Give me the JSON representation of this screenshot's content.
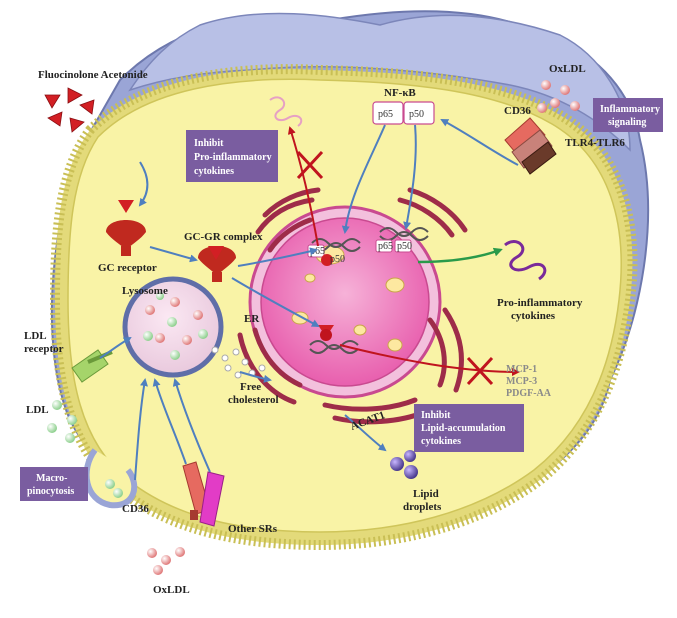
{
  "drug": {
    "name": "Fluocinolone Acetonide"
  },
  "receptors": {
    "gc_receptor": "GC receptor",
    "gc_gr_complex": "GC-GR complex",
    "ldl_receptor": [
      "LDL",
      "receptor"
    ],
    "cd36_left": "CD36",
    "other_srs": "Other SRs",
    "cd36_right": "CD36",
    "tlr": "TLR4-TLR6"
  },
  "ligands": {
    "ldl": "LDL",
    "oxldl_bottom": "OxLDL",
    "oxldl_top": "OxLDL"
  },
  "organelles": {
    "lysosome": "Lysosome",
    "er": "ER",
    "free_cholesterol": [
      "Free",
      "cholesterol"
    ],
    "acat": "ACAT1",
    "lipid_droplets": [
      "Lipid",
      "droplets"
    ]
  },
  "nfkb": {
    "title": "NF-κB",
    "p65": "p65",
    "p50": "p50"
  },
  "nucleus_labels": {
    "p65": "p65",
    "p50": "p50"
  },
  "outputs": {
    "pro_inflammatory": [
      "Pro-inflammatory",
      "cytokines"
    ],
    "chemokines": [
      "MCP-1",
      "MCP-3",
      "PDGF-AA"
    ]
  },
  "boxes": {
    "inhibit_pro": [
      "Inhibit",
      "Pro-inflammatory",
      "cytokines"
    ],
    "inflammatory": [
      "Inflammatory",
      "signaling"
    ],
    "inhibit_lipid": [
      "Inhibit",
      "Lipid-accumulation",
      "cytokines"
    ],
    "macro": [
      "Macro-",
      "pinocytosis"
    ]
  },
  "colors": {
    "cytoplasm": "#f9f3a6",
    "membrane": "#dcd56a",
    "outer_cell": "#9aa5d6",
    "nucleus": "#e85fae",
    "nucleolus": "#f6b2d8",
    "er": "#9e2c49",
    "box_fill": "#7a5da0",
    "arrow_blue": "#4f7fbf",
    "arrow_red": "#c0141e",
    "arrow_green": "#2a9a4a",
    "drug": "#d21f24"
  }
}
